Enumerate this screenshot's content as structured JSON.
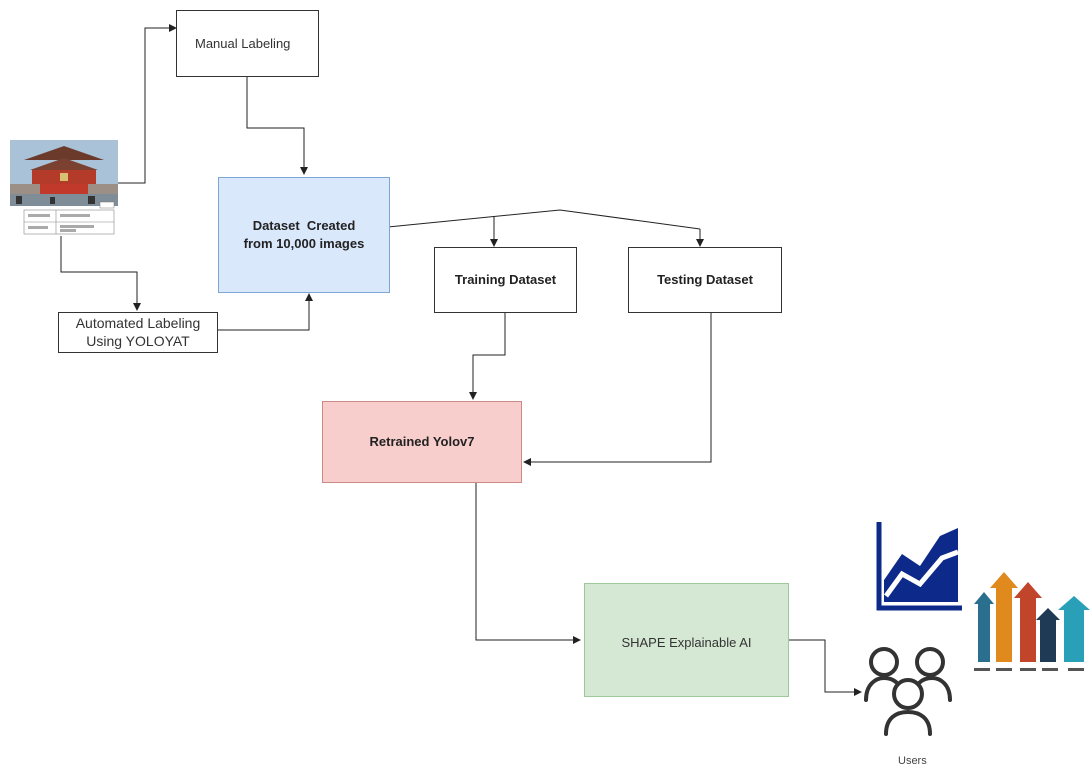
{
  "nodes": {
    "manual": {
      "label": "Manual Labeling"
    },
    "dataset": {
      "line1": "Dataset  Created",
      "line2": "from 10,000 images"
    },
    "automated": {
      "line1": "Automated Labeling",
      "line2": "Using YOLOYAT"
    },
    "training": {
      "label": "Training Dataset"
    },
    "testing": {
      "label": "Testing Dataset"
    },
    "retrained": {
      "label": "Retrained Yolov7"
    },
    "shape": {
      "label": "SHAPE Explainable AI"
    },
    "users": {
      "label": "Users"
    }
  },
  "colors": {
    "dataset_fill": "#dae8fc",
    "dataset_border": "#7ea6d6",
    "retrained_fill": "#f8cecc",
    "retrained_border": "#c98a88",
    "shape_fill": "#d5e8d4",
    "shape_border": "#9cc89a",
    "chart_navy": "#0d2a8a"
  },
  "icons": {
    "source_image": "palace-photo-icon",
    "analytics": "area-chart-icon",
    "growth": "growth-arrows-icon",
    "users": "users-group-icon"
  }
}
